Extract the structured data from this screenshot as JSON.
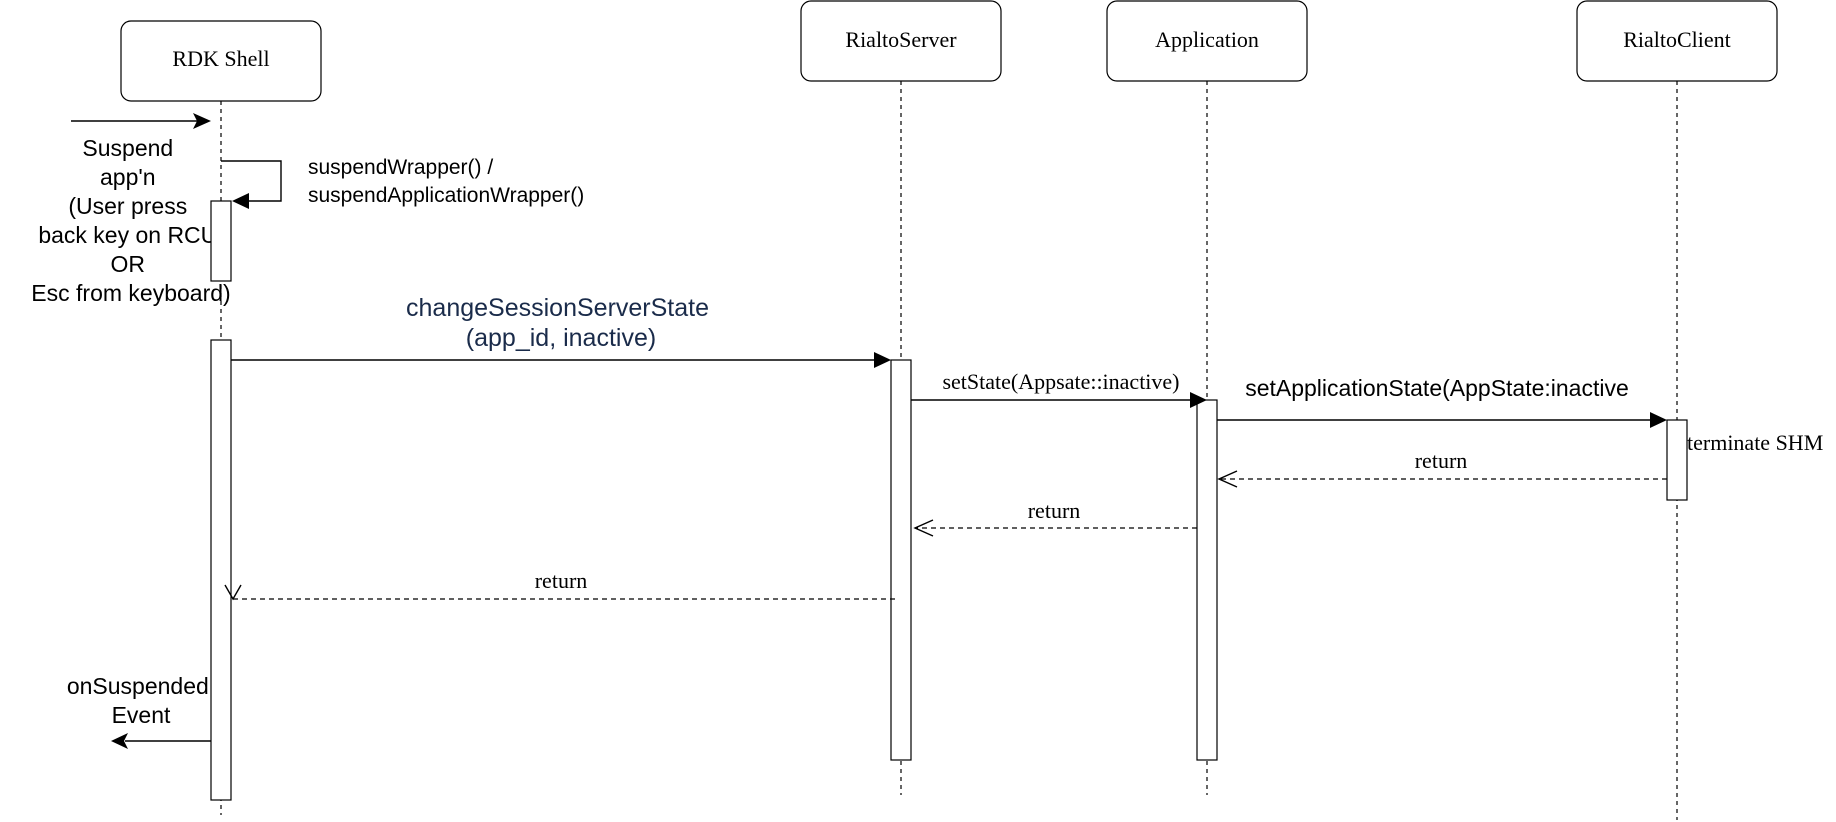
{
  "participants": [
    {
      "id": "rdk",
      "label": "RDK Shell"
    },
    {
      "id": "server",
      "label": "RialtoServer"
    },
    {
      "id": "app",
      "label": "Application"
    },
    {
      "id": "client",
      "label": "RialtoClient"
    }
  ],
  "notes": {
    "suspend_trigger": [
      "Suspend",
      "app'n",
      "(User press",
      "back key on RCU",
      "OR",
      "Esc from keyboard)"
    ],
    "wrapper_call": [
      "suspendWrapper() /",
      "suspendApplicationWrapper()"
    ],
    "on_suspended": [
      "onSuspended",
      "Event"
    ],
    "terminate_shm": "terminate SHM"
  },
  "messages": {
    "change_state": [
      "changeSessionServerState",
      "(app_id, inactive)"
    ],
    "set_state": "setState(Appsate::inactive)",
    "set_app_state": "setApplicationState(AppState:inactive",
    "return_client": "return",
    "return_app": "return",
    "return_server": "return"
  },
  "colors": {
    "change_state_text": "#1a2b4a",
    "line": "#000000"
  }
}
